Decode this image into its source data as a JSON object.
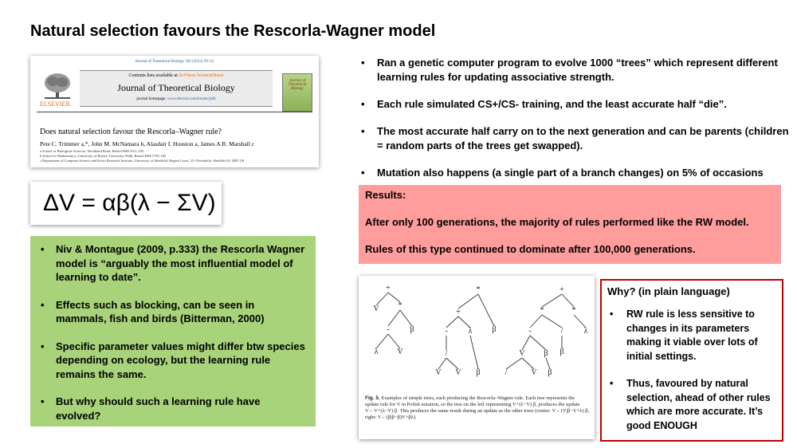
{
  "slide_title": "Natural selection favours the Rescorla-Wagner model",
  "paper": {
    "journal_ref": "Journal of Theoretical Biology 302 (2012) 39–52",
    "contents_prefix": "Contents lists available at ",
    "contents_link": "SciVerse ScienceDirect",
    "journal_name": "Journal of Theoretical Biology",
    "homepage_prefix": "journal homepage: ",
    "homepage_link": "www.elsevier.com/locate/yjtbi",
    "publisher": "ELSEVIER",
    "cover_text": "Journal of Theoretical Biology",
    "title": "Does natural selection favour the Rescorla–Wagner rule?",
    "authors": "Pete C. Trimmer a,*, John M. McNamara b, Alasdair I. Houston a, James A.R. Marshall c",
    "affiliations": [
      "a School of Biological Sciences, Woodland Road, Bristol BS8 1UG, UK",
      "b School of Mathematics, University of Bristol, University Walk, Bristol BS8 1TW, UK",
      "c Department of Computer Science and Kroto Research Institute, University of Sheffield, Regent Court, 211 Portobello, Sheffield S1 4DP, UK"
    ]
  },
  "formula": "ΔV = αβ(λ − ΣV)",
  "left_bullets": [
    "Niv &  Montague (2009, p.333) the Rescorla Wagner model is “arguably the most influential model of learning to  date”.",
    "Effects such as blocking, can be seen in mammals, fish and birds (Bitterman, 2000)",
    "Specific parameter values might differ btw species depending on ecology, but the learning rule remains the same.",
    "But why should such  a learning rule have evolved?"
  ],
  "right_bullets": [
    "Ran a genetic computer program to evolve 1000 “trees” which represent different learning rules for updating associative strength.",
    "Each rule simulated CS+/CS- training, and the least accurate half “die”.",
    "The most accurate half carry on to the next generation and can be parents (children = random parts of the trees get swapped).",
    "Mutation also  happens (a single part of a branch  changes) on 5% of occasions"
  ],
  "results": {
    "heading": "Results:",
    "lines": [
      "After only 100 generations, the majority of rules performed like the RW model.",
      "Rules of this type continued to dominate after 100,000 generations."
    ]
  },
  "figure": {
    "caption_label": "Fig. 5.",
    "caption_text": " Examples of simple trees, each producing the Rescorla–Wagner rule. Each tree represents the update rule for V in Polish notation, so the tree on the left representing V+(λ−V) β, produces the update V←V+(λ−V) β. This produces the same result during an update as the other trees (centre: V←(V|β−V+λ) β, right: V←(β|β−β)V+βλ).",
    "tree_labels": [
      "+",
      "V",
      "*",
      "-",
      "β",
      "λ",
      "V",
      "*",
      "+",
      "β",
      "-",
      "λ",
      "/",
      "V",
      "V",
      "β",
      "+",
      "*",
      "*",
      "-",
      "/",
      "V",
      "β",
      "λ",
      "/",
      "V",
      "β",
      "β"
    ]
  },
  "why": {
    "title": "Why? (in plain language)",
    "bullets": [
      "RW rule is less sensitive to changes in its parameters making it viable over lots of initial settings.",
      "Thus, favoured by natural selection, ahead of other rules which are more accurate. It’s good ENOUGH"
    ]
  }
}
